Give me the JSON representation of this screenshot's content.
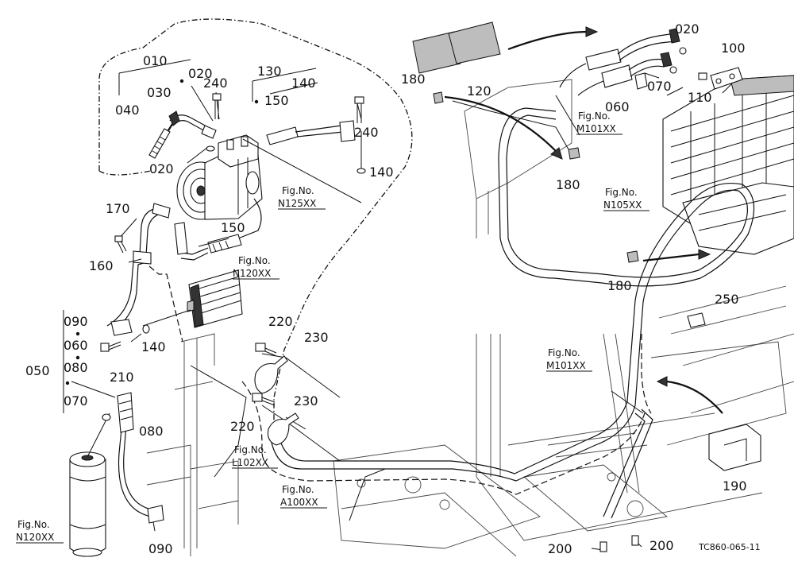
{
  "diagram_code": "TC860-065-11",
  "parts": {
    "p010": "010",
    "p020a": "020",
    "p020b": "020",
    "p020c": "020",
    "p030": "030",
    "p040": "040",
    "p240a": "240",
    "p240b": "240",
    "p130": "130",
    "p140a": "140",
    "p140b": "140",
    "p140c": "140",
    "p150a": "150",
    "p150b": "150",
    "p170": "170",
    "p160": "160",
    "p090a": "090",
    "p060a": "060",
    "p080a": "080",
    "p050": "050",
    "p070a": "070",
    "p080b": "080",
    "p090b": "090",
    "p210": "210",
    "p220a": "220",
    "p220b": "220",
    "p230a": "230",
    "p230b": "230",
    "p180a": "180",
    "p180b": "180",
    "p180c": "180",
    "p120": "120",
    "p060b": "060",
    "p070b": "070",
    "p110": "110",
    "p100": "100",
    "p250": "250",
    "p190": "190",
    "p200a": "200",
    "p200b": "200"
  },
  "fig_refs": {
    "n125": {
      "label": "Fig.No.",
      "code": "N125XX"
    },
    "n120a": {
      "label": "Fig.No.",
      "code": "N120XX"
    },
    "m101a": {
      "label": "Fig.No.",
      "code": "M101XX"
    },
    "n105": {
      "label": "Fig.No.",
      "code": "N105XX"
    },
    "m101b": {
      "label": "Fig.No.",
      "code": "M101XX"
    },
    "l102": {
      "label": "Fig.No.",
      "code": "L102XX"
    },
    "a100": {
      "label": "Fig.No.",
      "code": "A100XX"
    },
    "n120b": {
      "label": "Fig.No.",
      "code": "N120XX"
    }
  }
}
